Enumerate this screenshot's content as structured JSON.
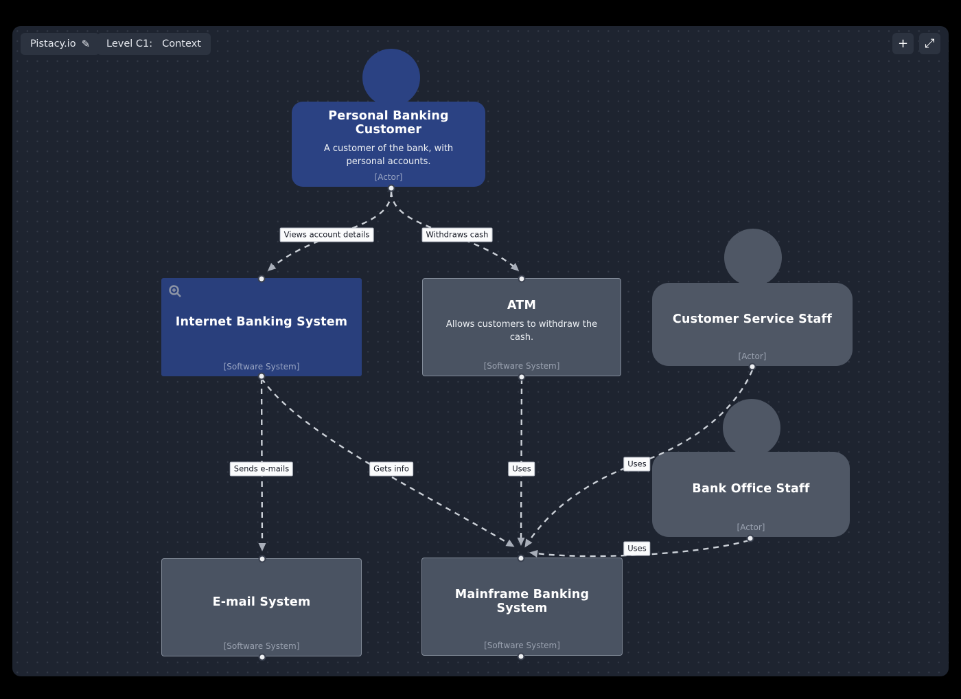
{
  "toolbar": {
    "project_name": "Pistacy.io",
    "level_label": "Level C1:",
    "level_value": "Context",
    "icons": {
      "edit": "✎",
      "zoom_in": "+",
      "fullscreen": "⤢"
    }
  },
  "diagram": {
    "type": "c4-context",
    "nodes": {
      "personal_banking_customer": {
        "title": "Personal Banking Customer",
        "description": "A customer of the bank, with personal accounts.",
        "meta": "[Actor]"
      },
      "internet_banking_system": {
        "title": "Internet Banking System",
        "meta": "[Software System]"
      },
      "atm": {
        "title": "ATM",
        "description": "Allows customers to withdraw the cash.",
        "meta": "[Software System]"
      },
      "customer_service_staff": {
        "title": "Customer Service Staff",
        "meta": "[Actor]"
      },
      "bank_office_staff": {
        "title": "Bank Office Staff",
        "meta": "[Actor]"
      },
      "email_system": {
        "title": "E-mail System",
        "meta": "[Software System]"
      },
      "mainframe_banking_system": {
        "title": "Mainframe Banking System",
        "meta": "[Software System]"
      }
    },
    "edges": [
      {
        "from": "Personal Banking Customer",
        "to": "Internet Banking System",
        "label": "Views account details"
      },
      {
        "from": "Personal Banking Customer",
        "to": "ATM",
        "label": "Withdraws cash"
      },
      {
        "from": "Internet Banking System",
        "to": "E-mail System",
        "label": "Sends e-mails"
      },
      {
        "from": "Internet Banking System",
        "to": "Mainframe Banking System",
        "label": "Gets info"
      },
      {
        "from": "ATM",
        "to": "Mainframe Banking System",
        "label": "Uses"
      },
      {
        "from": "Customer Service Staff",
        "to": "Mainframe Banking System",
        "label": "Uses"
      },
      {
        "from": "Bank Office Staff",
        "to": "Mainframe Banking System",
        "label": "Uses"
      }
    ],
    "colors": {
      "canvas_bg": "#1e2430",
      "primary_blue": "#2b4283",
      "system_gray": "#4a5362",
      "actor_gray": "#4f5765",
      "edge": "#ccd1d8",
      "label_bg": "#fafbfc"
    }
  }
}
